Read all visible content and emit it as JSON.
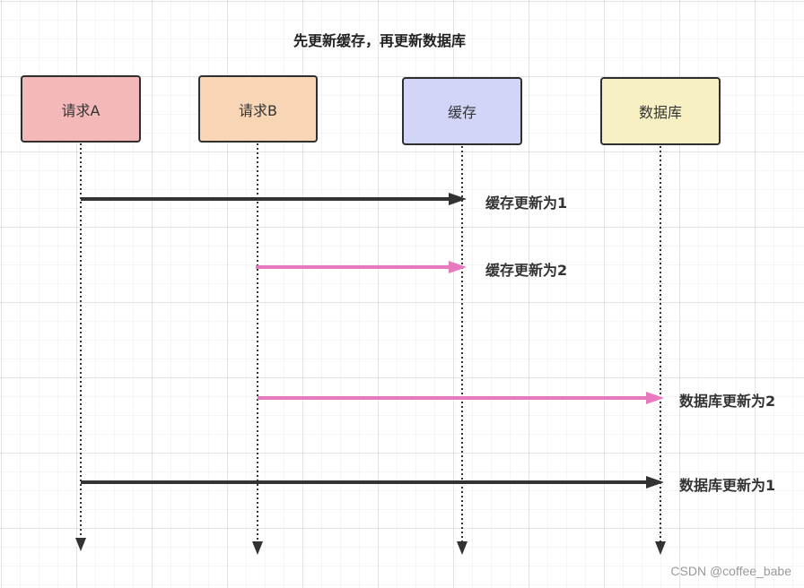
{
  "title": "先更新缓存，再更新数据库",
  "participants": {
    "request_a": "请求A",
    "request_b": "请求B",
    "cache": "缓存",
    "database": "数据库"
  },
  "messages": [
    {
      "from": "请求A",
      "to": "缓存",
      "label": "缓存更新为1",
      "color": "#333333"
    },
    {
      "from": "请求B",
      "to": "缓存",
      "label": "缓存更新为2",
      "color": "#e879be"
    },
    {
      "from": "请求B",
      "to": "数据库",
      "label": "数据库更新为2",
      "color": "#e879be"
    },
    {
      "from": "请求A",
      "to": "数据库",
      "label": "数据库更新为1",
      "color": "#333333"
    }
  ],
  "watermark": "CSDN @coffee_babe"
}
